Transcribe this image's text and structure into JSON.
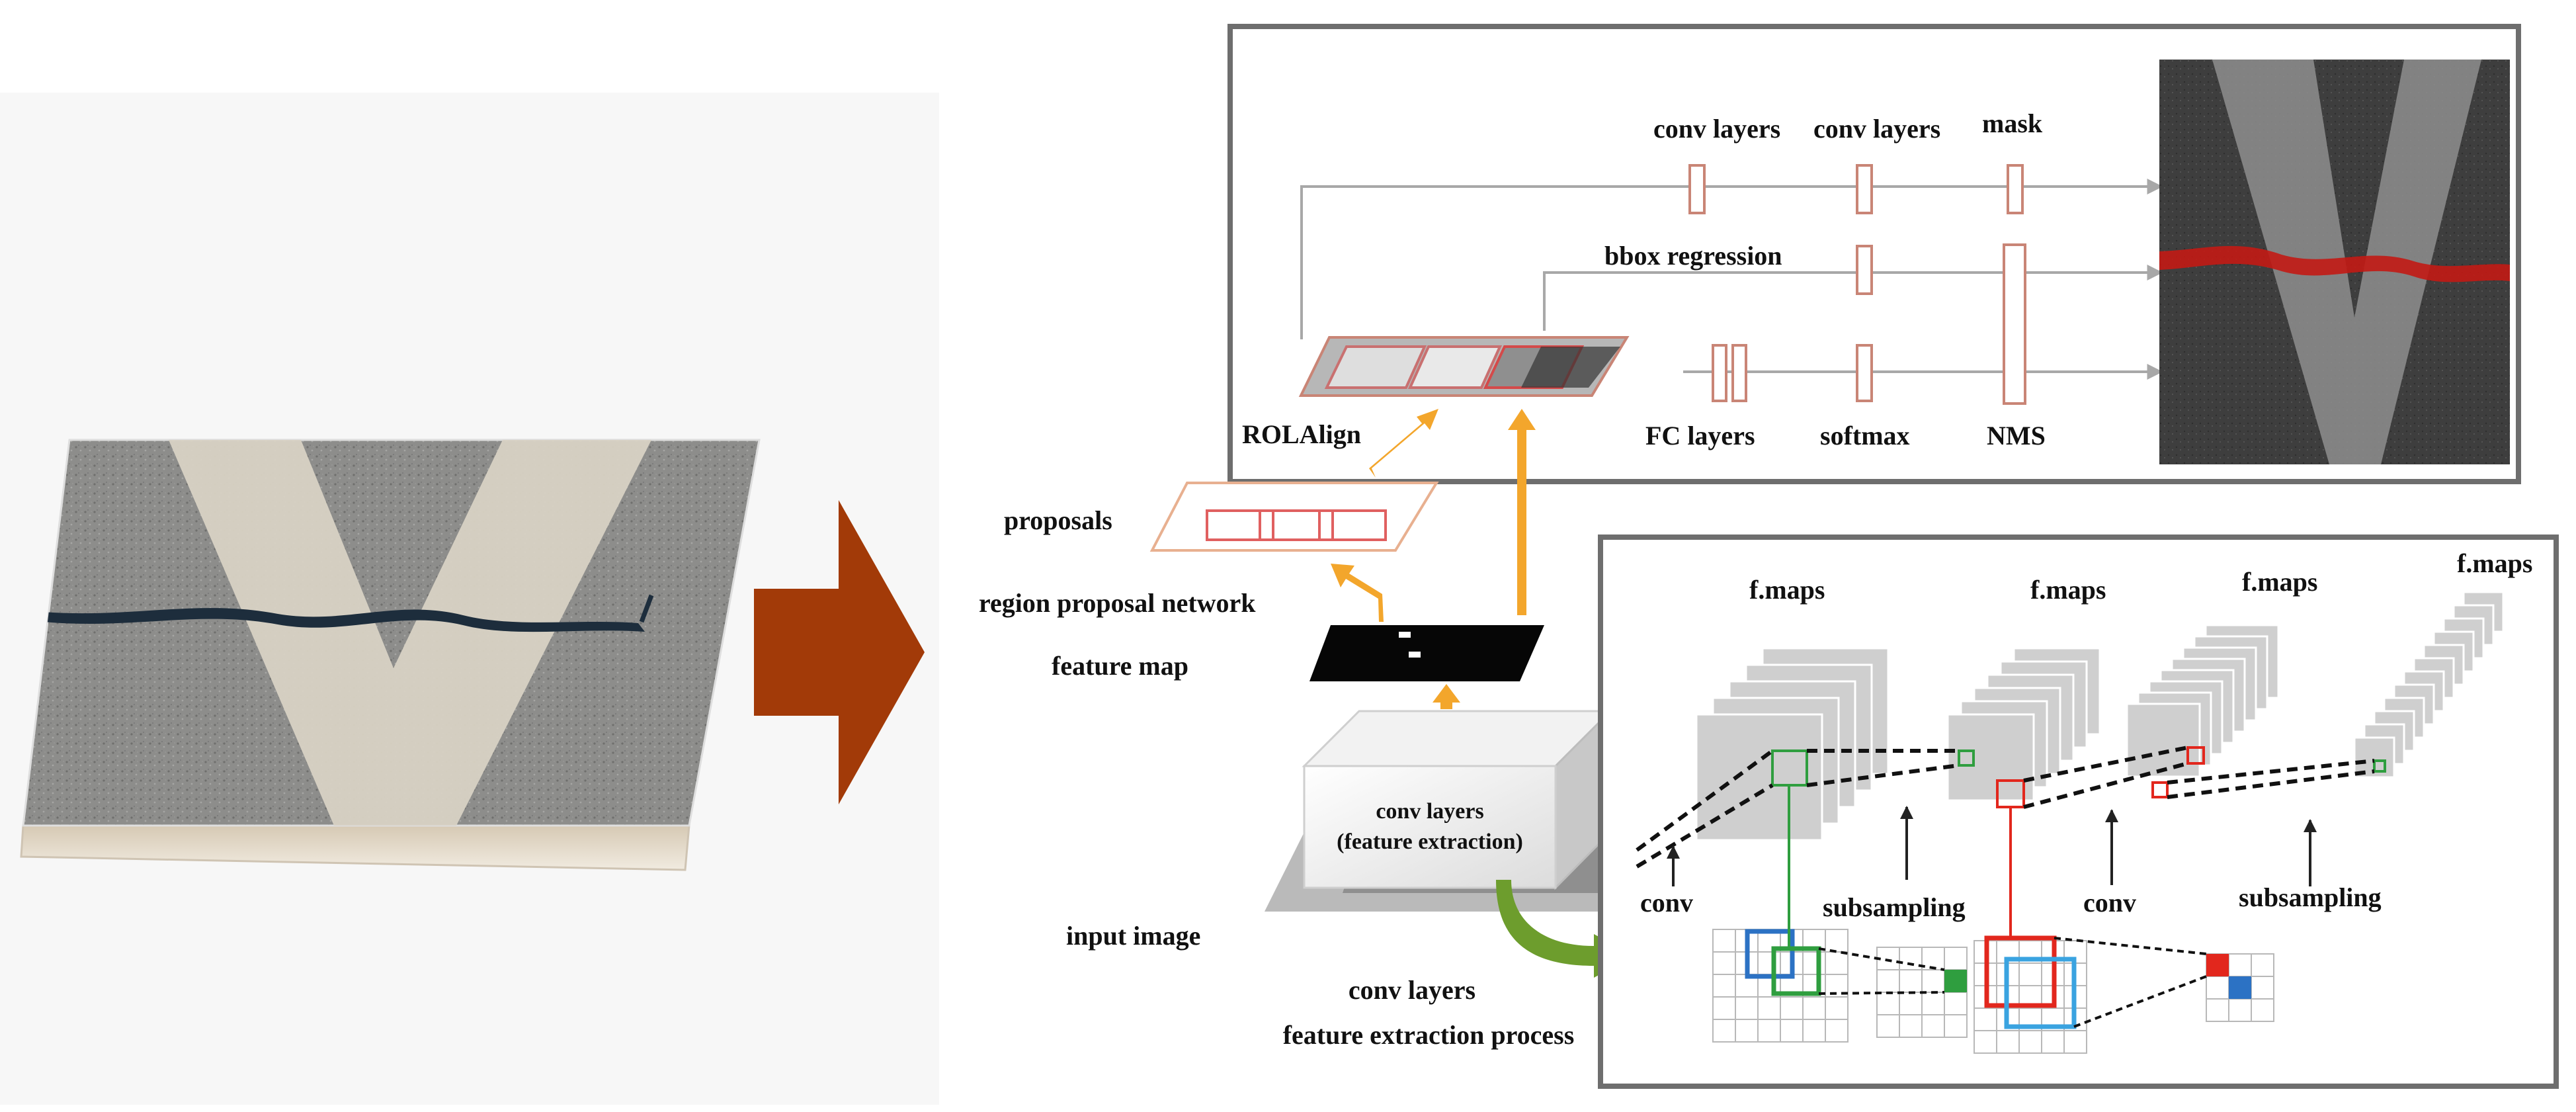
{
  "colors": {
    "arrow": "#a23a08",
    "orange": "#f3a62c",
    "gray_line": "#a8a8a8",
    "panel_border": "#6e6e6e",
    "pink_box": "#c98576",
    "crack_dark": "#1d2d3c",
    "crack_red": "#c21a14",
    "green": "#2f9e3f",
    "red": "#e2271d",
    "blue": "#2c72c4",
    "cyan": "#3aa3e0",
    "feature_map": "#060606",
    "fmap_gray": "#cfcfcf"
  },
  "head_panel": {
    "conv_layers_1": "conv layers",
    "conv_layers_2": "conv layers",
    "mask": "mask",
    "bbox_regression": "bbox regression",
    "roialign": "ROLAlign",
    "fc_layers": "FC layers",
    "softmax": "softmax",
    "nms": "NMS"
  },
  "rpn": {
    "proposals": "proposals",
    "region_proposal_network": "region proposal network",
    "feature_map": "feature map"
  },
  "backbone": {
    "conv_box_line1": "conv layers",
    "conv_box_line2": "(feature extraction)",
    "input_image": "input image",
    "caption_line1": "conv layers",
    "caption_line2": "feature extraction process"
  },
  "cnn_panel": {
    "fmaps_1": "f.maps",
    "fmaps_2": "f.maps",
    "fmaps_3": "f.maps",
    "fmaps_4": "f.maps",
    "conv_1": "conv",
    "subsampling_1": "subsampling",
    "conv_2": "conv",
    "subsampling_2": "subsampling"
  }
}
